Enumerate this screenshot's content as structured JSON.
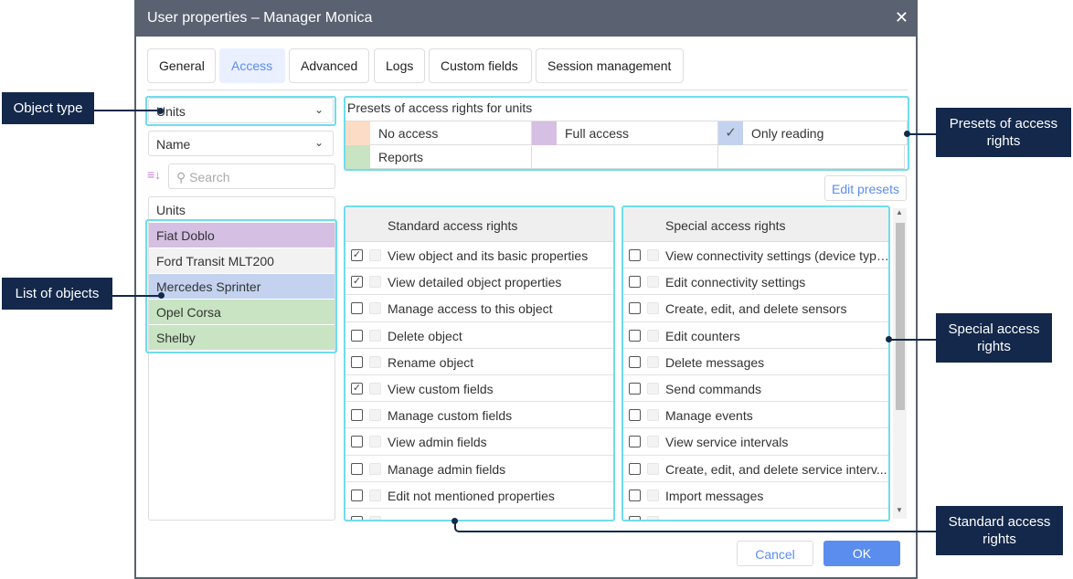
{
  "dialog": {
    "title": "User properties – Manager Monica",
    "close": "✕"
  },
  "tabs": [
    {
      "label": "General"
    },
    {
      "label": "Access",
      "active": true
    },
    {
      "label": "Advanced"
    },
    {
      "label": "Logs"
    },
    {
      "label": "Custom fields"
    },
    {
      "label": "Session management"
    }
  ],
  "left": {
    "object_type": "Units",
    "sort_by": "Name",
    "search_placeholder": "Search",
    "list_header": "Units",
    "objects": [
      {
        "name": "Fiat Doblo",
        "color": "#d5bfe2"
      },
      {
        "name": "Ford Transit MLT200",
        "color": "#f2f2f2"
      },
      {
        "name": "Mercedes Sprinter",
        "color": "#c3d3ef"
      },
      {
        "name": "Opel Corsa",
        "color": "#c8e4c2"
      },
      {
        "name": "Shelby",
        "color": "#c8e4c2"
      }
    ]
  },
  "presets": {
    "title": "Presets of access rights for units",
    "items": [
      {
        "label": "No access",
        "color": "#fcdcc4"
      },
      {
        "label": "Full access",
        "color": "#d5bfe2"
      },
      {
        "label": "Only reading",
        "color": "#c3d3ef",
        "checked": true
      },
      {
        "label": "Reports",
        "color": "#c8e4c2"
      }
    ],
    "edit_label": "Edit presets"
  },
  "standard": {
    "header": "Standard access rights",
    "rows": [
      {
        "label": "View object and its basic properties",
        "checked": true
      },
      {
        "label": "View detailed object properties",
        "checked": true
      },
      {
        "label": "Manage access to this object",
        "checked": false
      },
      {
        "label": "Delete object",
        "checked": false
      },
      {
        "label": "Rename object",
        "checked": false
      },
      {
        "label": "View custom fields",
        "checked": true
      },
      {
        "label": "Manage custom fields",
        "checked": false
      },
      {
        "label": "View admin fields",
        "checked": false
      },
      {
        "label": "Manage admin fields",
        "checked": false
      },
      {
        "label": "Edit not mentioned properties",
        "checked": false
      }
    ]
  },
  "special": {
    "header": "Special access rights",
    "rows": [
      {
        "label": "View connectivity settings (device type...",
        "checked": false
      },
      {
        "label": "Edit connectivity settings",
        "checked": false
      },
      {
        "label": "Create, edit, and delete sensors",
        "checked": false
      },
      {
        "label": "Edit counters",
        "checked": false
      },
      {
        "label": "Delete messages",
        "checked": false
      },
      {
        "label": "Send commands",
        "checked": false
      },
      {
        "label": "Manage events",
        "checked": false
      },
      {
        "label": "View service intervals",
        "checked": false
      },
      {
        "label": "Create, edit, and delete service interv...",
        "checked": false
      },
      {
        "label": "Import messages",
        "checked": false
      }
    ]
  },
  "footer": {
    "cancel": "Cancel",
    "ok": "OK"
  },
  "callouts": {
    "object_type": "Object type",
    "list_of_objects": "List of objects",
    "presets": "Presets of access rights",
    "special": "Special access rights",
    "standard": "Standard access rights"
  }
}
